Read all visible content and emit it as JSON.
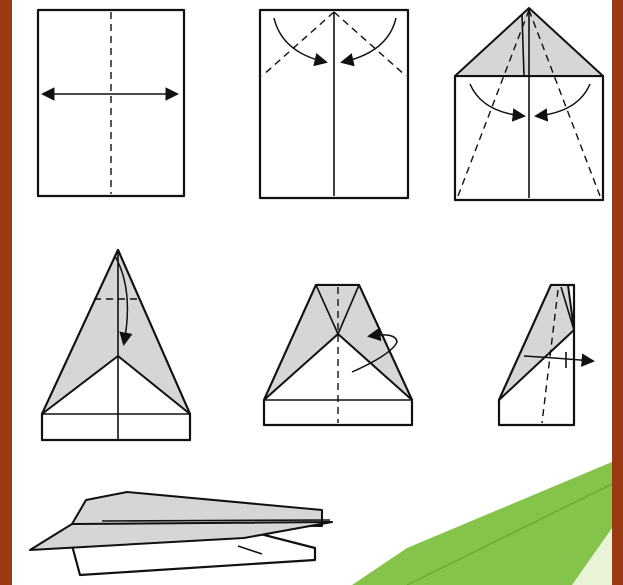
{
  "diagram": {
    "steps": [
      {
        "id": 1,
        "icon": "fold-in-half-icon"
      },
      {
        "id": 2,
        "icon": "fold-top-corners-icon"
      },
      {
        "id": 3,
        "icon": "fold-edges-to-center-icon"
      },
      {
        "id": 4,
        "icon": "fold-tip-down-icon"
      },
      {
        "id": 5,
        "icon": "fold-in-half-behind-icon"
      },
      {
        "id": 6,
        "icon": "fold-wing-down-icon"
      },
      {
        "id": 7,
        "icon": "finished-airplane-icon"
      }
    ],
    "colors": {
      "border": "#9a3a12",
      "paper": "#ffffff",
      "folded_flap": "#d6d6d6",
      "line": "#111111",
      "decor_green": "#84c44a"
    }
  }
}
